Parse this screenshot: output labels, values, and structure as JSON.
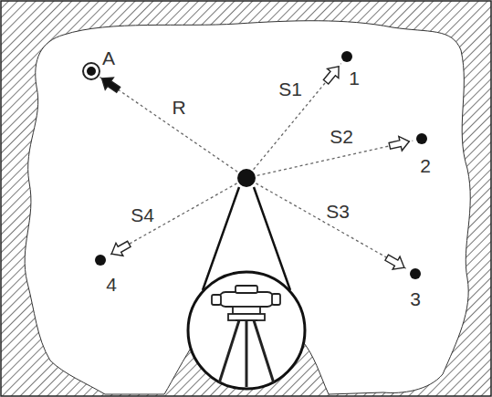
{
  "diagram": {
    "labels": [
      "A",
      "R",
      "S1",
      "1",
      "S2",
      "2",
      "S3",
      "3",
      "S4",
      "4"
    ]
  }
}
